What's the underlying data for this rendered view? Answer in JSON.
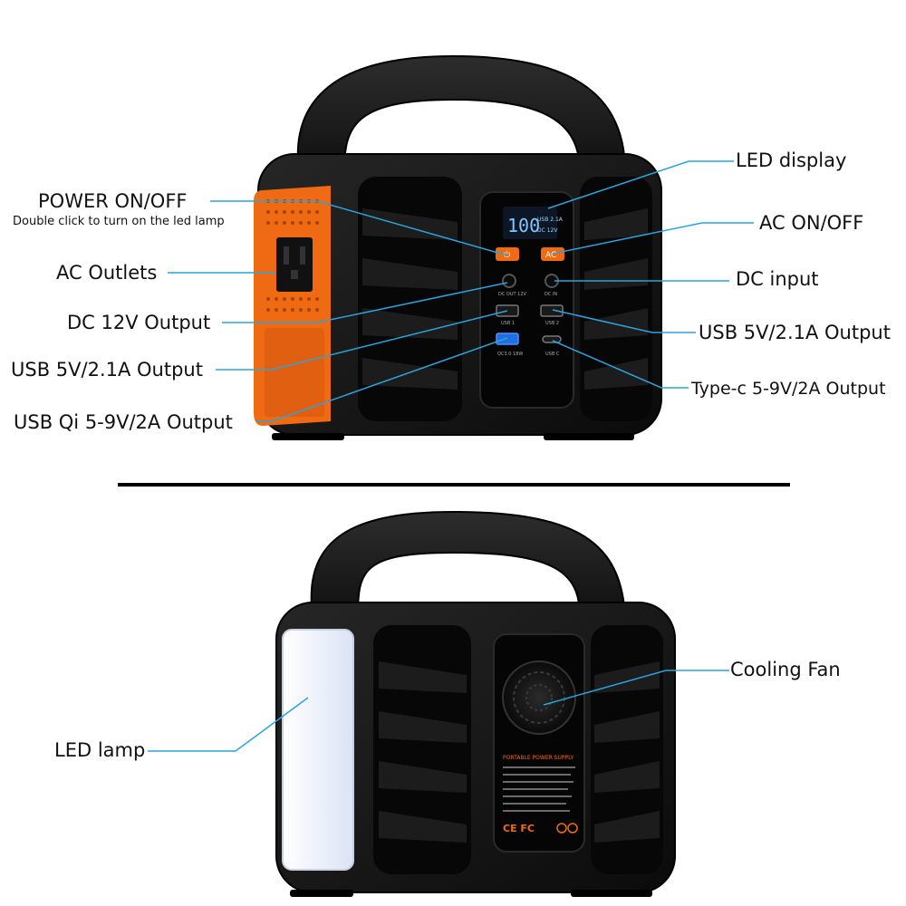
{
  "top_labels": {
    "power": "POWER ON/OFF",
    "power_hint": "Double click to turn on the led lamp",
    "ac_outlets": "AC Outlets",
    "dc12": "DC 12V Output",
    "usb_left": "USB 5V/2.1A Output",
    "usb_qi": "USB Qi 5-9V/2A Output",
    "led_display": "LED display",
    "ac_onoff": "AC ON/OFF",
    "dc_input": "DC  input",
    "usb_right": "USB 5V/2.1A Output",
    "typec": "Type-c 5-9V/2A Output"
  },
  "bottom_labels": {
    "led_lamp": "LED lamp",
    "cooling_fan": "Cooling Fan"
  },
  "device_markings": {
    "display_digits": "100",
    "display_usb": "USB 2.1A",
    "display_dc": "DC 12V",
    "ac_button": "AC",
    "dc_out": "DC OUT 12V",
    "dc_in": "DC IN",
    "usb1": "USB 1",
    "usb2": "USB 2",
    "qc": "QC3.0 18W",
    "usbc": "USB C",
    "rear_plate_title": "PORTABLE POWER SUPPLY",
    "cert": "CE FC"
  },
  "colors": {
    "body": "#111111",
    "body_edge": "#1f1f1f",
    "orange": "#ef6a12",
    "leader": "#2aa4dc",
    "lamp": "#eef2ff"
  }
}
